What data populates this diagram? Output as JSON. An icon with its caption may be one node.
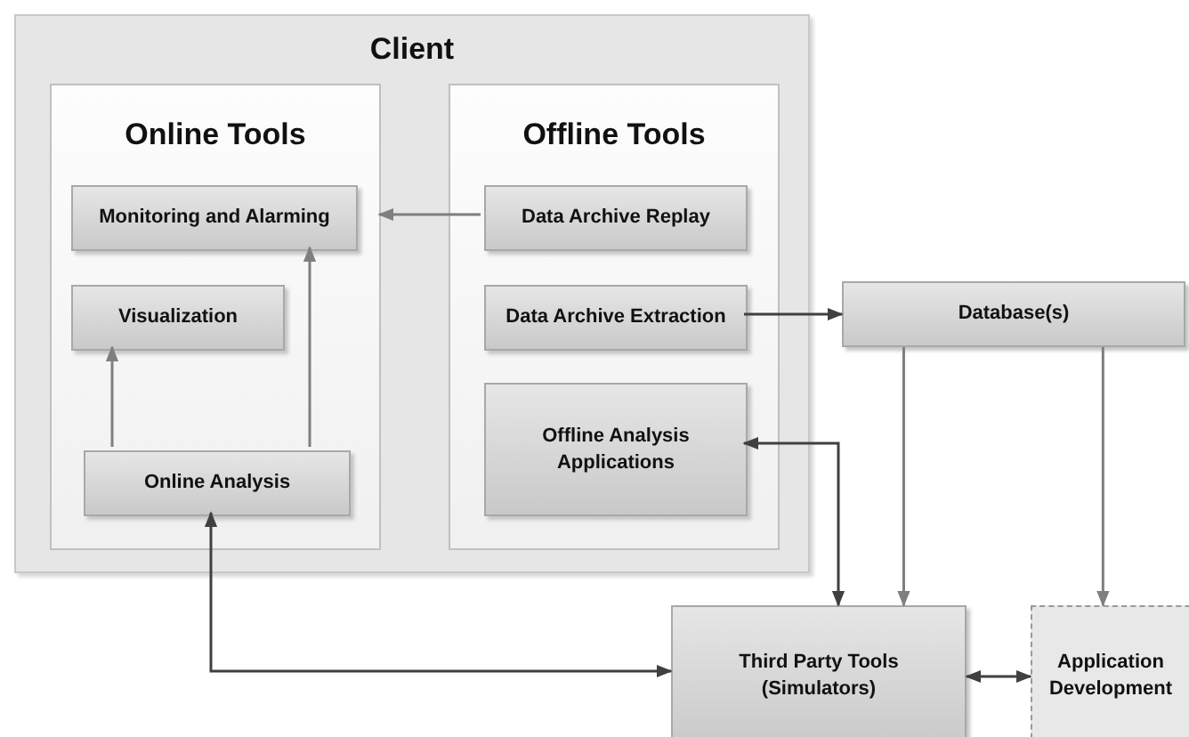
{
  "diagram": {
    "nodes": [
      {
        "text": [
          "Client"
        ]
      },
      {
        "text": [
          "Online Tools"
        ],
        "in": 0
      },
      {
        "text": [
          "Monitoring and Alarming"
        ],
        "in": 1
      },
      {
        "text": [
          "Visualization"
        ],
        "in": 1
      },
      {
        "text": [
          "Online Analysis"
        ],
        "in": 1
      },
      {
        "text": [
          "Offline Tools"
        ],
        "in": 0
      },
      {
        "text": [
          "Data Archive Replay"
        ],
        "in": 5
      },
      {
        "text": [
          "Data Archive Extraction"
        ],
        "in": 5
      },
      {
        "text": [
          "Offline Analysis Applications"
        ],
        "in": 5
      },
      {
        "text": [
          "Database(s)"
        ]
      },
      {
        "text": [
          "Third Party Tools (Simulators)"
        ]
      },
      {
        "text": [
          "Application Development"
        ]
      }
    ],
    "edges": [
      {
        "from": 6,
        "to": 1,
        "arrow": "to"
      },
      {
        "from": 4,
        "to": 3,
        "arrow": "to"
      },
      {
        "from": 4,
        "to": 2,
        "arrow": "to"
      },
      {
        "from": 7,
        "to": 9,
        "arrow": "to",
        "color": "#404040"
      },
      {
        "from": 8,
        "to": 10,
        "arrow": "both",
        "color": "#404040"
      },
      {
        "from": 9,
        "to": 10,
        "arrow": "to"
      },
      {
        "from": 9,
        "to": 11,
        "arrow": "to"
      },
      {
        "from": 4,
        "to": 10,
        "arrow": "both",
        "color": "#404040"
      },
      {
        "from": 10,
        "to": 11,
        "arrow": "both",
        "color": "#404040"
      }
    ]
  }
}
